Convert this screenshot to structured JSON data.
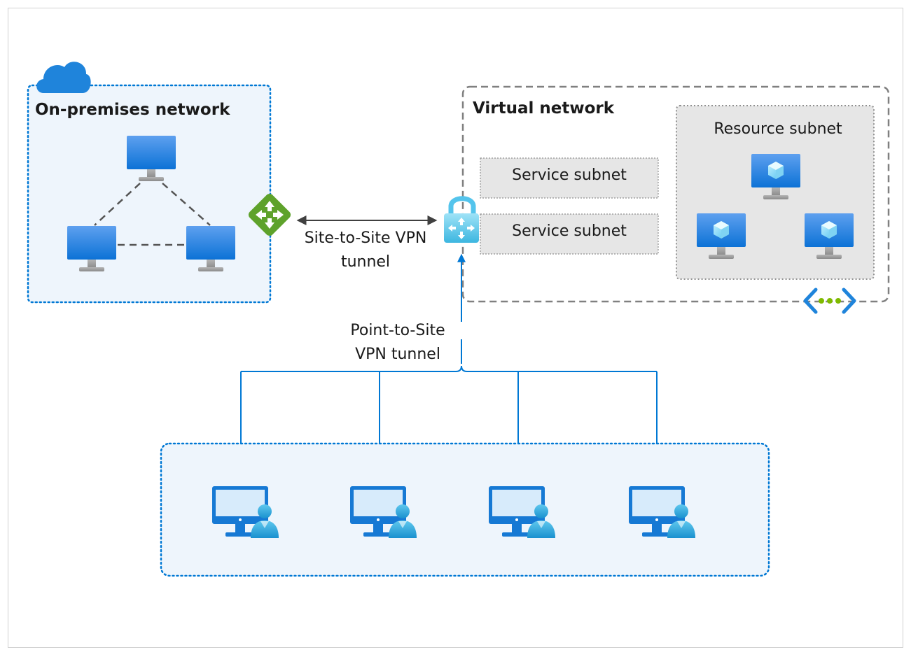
{
  "on_premises": {
    "title": "On-premises network"
  },
  "virtual_network": {
    "title": "Virtual network"
  },
  "service_subnets": [
    "Service subnet",
    "Service subnet"
  ],
  "resource_subnet": {
    "title": "Resource subnet"
  },
  "site_to_site": {
    "line1": "Site-to-Site VPN",
    "line2": "tunnel"
  },
  "point_to_site": {
    "line1": "Point-to-Site",
    "line2": "VPN tunnel"
  },
  "colors": {
    "azure_blue": "#0078d4",
    "monitor_blue": "#2f8de4",
    "gateway_green": "#5ea22b",
    "dashed_gray": "#808080",
    "subnet_fill": "#e6e6e6",
    "onprem_fill": "#eef5fc"
  },
  "icons": {
    "cloud": "cloud-icon",
    "gateway": "local-network-gateway-icon",
    "vpn_gateway": "vpn-gateway-lock-icon",
    "vm": "virtual-machine-icon",
    "monitor": "monitor-icon",
    "user_pc": "user-computer-icon",
    "vnet": "virtual-network-icon"
  }
}
